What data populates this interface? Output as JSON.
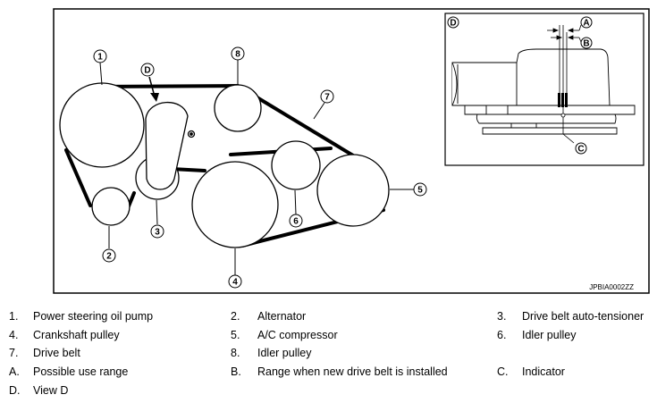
{
  "figure": {
    "callouts": {
      "c1": "1",
      "c2": "2",
      "c3": "3",
      "c4": "4",
      "c5": "5",
      "c6": "6",
      "c7": "7",
      "c8": "8"
    },
    "view_marker": "D",
    "inset": {
      "view_label": "D",
      "callout_a": "A",
      "callout_b": "B",
      "callout_c": "C"
    },
    "code": "JPBIA0002ZZ"
  },
  "legend": [
    {
      "key": "1.",
      "text": "Power steering oil pump"
    },
    {
      "key": "2.",
      "text": "Alternator"
    },
    {
      "key": "3.",
      "text": "Drive belt auto-tensioner"
    },
    {
      "key": "4.",
      "text": "Crankshaft pulley"
    },
    {
      "key": "5.",
      "text": "A/C compressor"
    },
    {
      "key": "6.",
      "text": "Idler pulley"
    },
    {
      "key": "7.",
      "text": "Drive belt"
    },
    {
      "key": "8.",
      "text": "Idler pulley"
    },
    {
      "key": "A.",
      "text": "Possible use range"
    },
    {
      "key": "B.",
      "text": "Range when new drive belt is installed"
    },
    {
      "key": "C.",
      "text": "Indicator"
    },
    {
      "key": "D.",
      "text": "View D"
    }
  ]
}
